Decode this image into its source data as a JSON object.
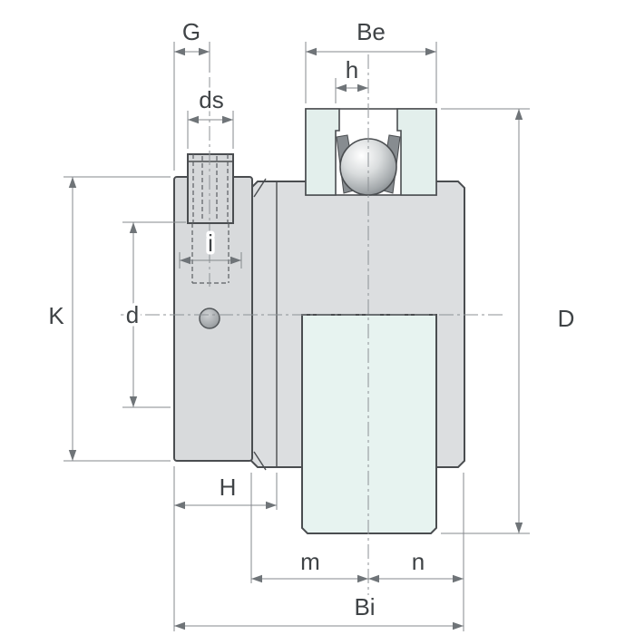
{
  "diagram": {
    "kind": "insert-bearing cross-section dimensional drawing",
    "labels": {
      "G": "G",
      "Be": "Be",
      "h": "h",
      "ds": "ds",
      "i": "i",
      "d": "d",
      "K": "K",
      "D": "D",
      "H": "H",
      "m": "m",
      "n": "n",
      "Bi": "Bi"
    },
    "colors": {
      "body_gray": "#dcdee0",
      "collar_gray": "#d8dadc",
      "inner_ring_tint": "#e7f3f0",
      "section_tint": "#e3efec",
      "outline": "#4a4d50",
      "dimension_line": "#85898d",
      "label_text": "#3f4346"
    }
  }
}
